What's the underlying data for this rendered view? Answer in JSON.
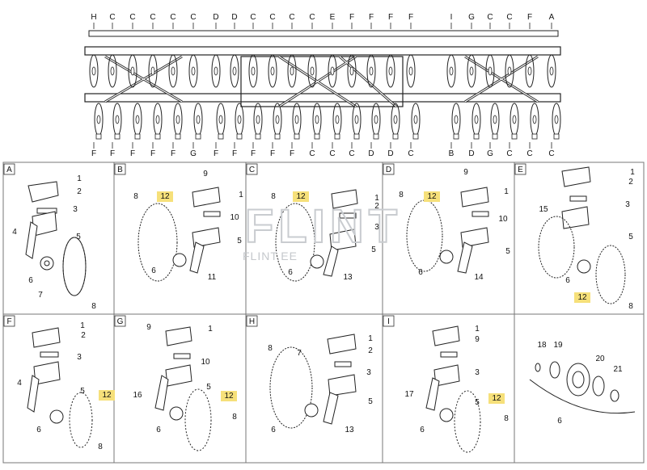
{
  "top_labels": [
    "H",
    "C",
    "C",
    "C",
    "C",
    "C",
    "D",
    "D",
    "C",
    "C",
    "C",
    "C",
    "E",
    "F",
    "F",
    "F",
    "F",
    "I",
    "G",
    "C",
    "C",
    "F",
    "A"
  ],
  "bottom_labels": [
    "F",
    "F",
    "F",
    "F",
    "F",
    "G",
    "F",
    "F",
    "F",
    "F",
    "F",
    "C",
    "C",
    "C",
    "D",
    "D",
    "C",
    "B",
    "D",
    "G",
    "C",
    "C",
    "C"
  ],
  "panels": [
    {
      "letter": "A",
      "parts": [
        "1",
        "2",
        "3",
        "4",
        "5",
        "6",
        "7",
        "8"
      ]
    },
    {
      "letter": "B",
      "parts": [
        "9",
        "1",
        "10",
        "8",
        "12",
        "5",
        "6",
        "11"
      ]
    },
    {
      "letter": "C",
      "parts": [
        "8",
        "12",
        "1",
        "2",
        "3",
        "5",
        "6",
        "13"
      ]
    },
    {
      "letter": "D",
      "parts": [
        "9",
        "1",
        "8",
        "12",
        "10",
        "5",
        "6",
        "14"
      ]
    },
    {
      "letter": "E",
      "parts": [
        "1",
        "2",
        "3",
        "15",
        "5",
        "6",
        "12",
        "8"
      ]
    },
    {
      "letter": "F",
      "parts": [
        "1",
        "2",
        "3",
        "4",
        "5",
        "12",
        "6",
        "8"
      ]
    },
    {
      "letter": "G",
      "parts": [
        "9",
        "1",
        "10",
        "16",
        "5",
        "12",
        "6",
        "8"
      ]
    },
    {
      "letter": "H",
      "parts": [
        "1",
        "2",
        "3",
        "8",
        "7",
        "5",
        "6",
        "13"
      ]
    },
    {
      "letter": "I",
      "parts": [
        "1",
        "9",
        "3",
        "17",
        "5",
        "12",
        "6",
        "8"
      ]
    }
  ],
  "hub_detail": {
    "parts": [
      "18",
      "19",
      "20",
      "21",
      "6"
    ]
  },
  "watermark": {
    "main": "FLINT",
    "sub": "FLINT.EE"
  },
  "colors": {
    "highlight": "#f6e07a",
    "line": "#222222",
    "watermark": "#c9ccd0"
  }
}
